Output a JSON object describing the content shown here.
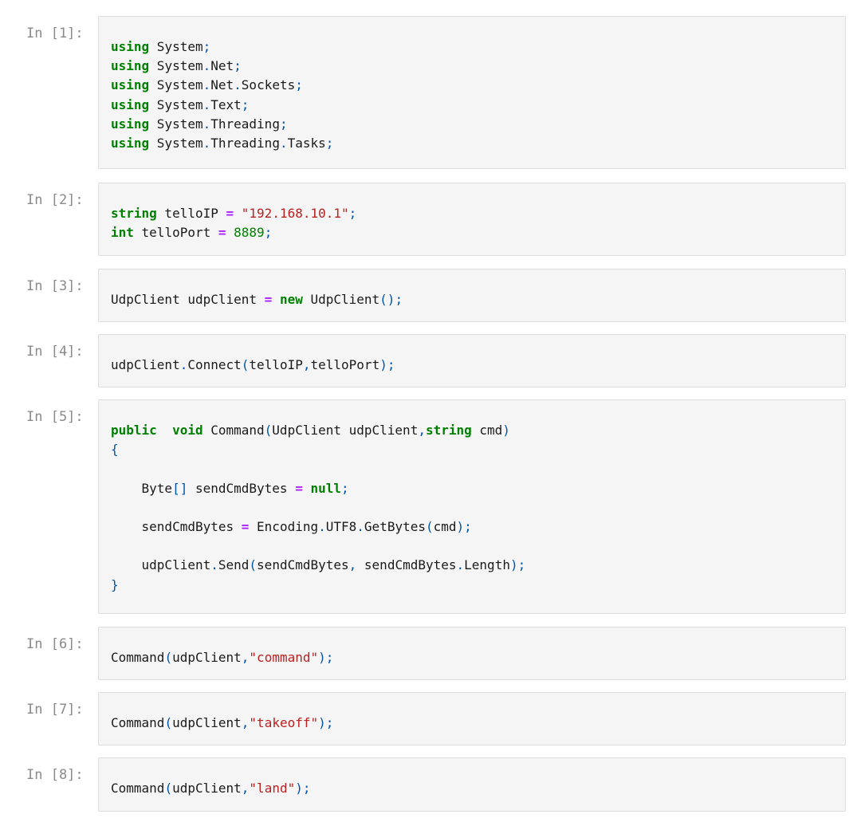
{
  "cells": [
    {
      "prompt": "In [1]:",
      "lines": [
        [
          [
            "kw",
            "using"
          ],
          [
            "t",
            " System"
          ],
          [
            "p",
            ";"
          ]
        ],
        [
          [
            "kw",
            "using"
          ],
          [
            "t",
            " System"
          ],
          [
            "p",
            "."
          ],
          [
            "t",
            "Net"
          ],
          [
            "p",
            ";"
          ]
        ],
        [
          [
            "kw",
            "using"
          ],
          [
            "t",
            " System"
          ],
          [
            "p",
            "."
          ],
          [
            "t",
            "Net"
          ],
          [
            "p",
            "."
          ],
          [
            "t",
            "Sockets"
          ],
          [
            "p",
            ";"
          ]
        ],
        [
          [
            "kw",
            "using"
          ],
          [
            "t",
            " System"
          ],
          [
            "p",
            "."
          ],
          [
            "t",
            "Text"
          ],
          [
            "p",
            ";"
          ]
        ],
        [
          [
            "kw",
            "using"
          ],
          [
            "t",
            " System"
          ],
          [
            "p",
            "."
          ],
          [
            "t",
            "Threading"
          ],
          [
            "p",
            ";"
          ]
        ],
        [
          [
            "kw",
            "using"
          ],
          [
            "t",
            " System"
          ],
          [
            "p",
            "."
          ],
          [
            "t",
            "Threading"
          ],
          [
            "p",
            "."
          ],
          [
            "t",
            "Tasks"
          ],
          [
            "p",
            ";"
          ]
        ]
      ]
    },
    {
      "prompt": "In [2]:",
      "lines": [
        [
          [
            "kw",
            "string"
          ],
          [
            "t",
            " telloIP "
          ],
          [
            "op",
            "="
          ],
          [
            "t",
            " "
          ],
          [
            "str",
            "\"192.168.10.1\""
          ],
          [
            "p",
            ";"
          ]
        ],
        [
          [
            "kw",
            "int"
          ],
          [
            "t",
            " telloPort "
          ],
          [
            "op",
            "="
          ],
          [
            "t",
            " "
          ],
          [
            "num",
            "8889"
          ],
          [
            "p",
            ";"
          ]
        ]
      ]
    },
    {
      "prompt": "In [3]:",
      "lines": [
        [
          [
            "t",
            "UdpClient udpClient "
          ],
          [
            "op",
            "="
          ],
          [
            "t",
            " "
          ],
          [
            "kw",
            "new"
          ],
          [
            "t",
            " UdpClient"
          ],
          [
            "p",
            "();"
          ]
        ]
      ]
    },
    {
      "prompt": "In [4]:",
      "lines": [
        [
          [
            "t",
            "udpClient"
          ],
          [
            "p",
            "."
          ],
          [
            "t",
            "Connect"
          ],
          [
            "p",
            "("
          ],
          [
            "t",
            "telloIP"
          ],
          [
            "p",
            ","
          ],
          [
            "t",
            "telloPort"
          ],
          [
            "p",
            ");"
          ]
        ]
      ]
    },
    {
      "prompt": "In [5]:",
      "lines": [
        [
          [
            "kw",
            "public"
          ],
          [
            "t",
            "  "
          ],
          [
            "kw",
            "void"
          ],
          [
            "t",
            " Command"
          ],
          [
            "p",
            "("
          ],
          [
            "t",
            "UdpClient udpClient"
          ],
          [
            "p",
            ","
          ],
          [
            "kw",
            "string"
          ],
          [
            "t",
            " cmd"
          ],
          [
            "p",
            ")"
          ]
        ],
        [
          [
            "p",
            "{"
          ]
        ],
        [],
        [
          [
            "t",
            "    Byte"
          ],
          [
            "p",
            "[]"
          ],
          [
            "t",
            " sendCmdBytes "
          ],
          [
            "op",
            "="
          ],
          [
            "t",
            " "
          ],
          [
            "kw",
            "null"
          ],
          [
            "p",
            ";"
          ]
        ],
        [],
        [
          [
            "t",
            "    sendCmdBytes "
          ],
          [
            "op",
            "="
          ],
          [
            "t",
            " Encoding"
          ],
          [
            "p",
            "."
          ],
          [
            "t",
            "UTF8"
          ],
          [
            "p",
            "."
          ],
          [
            "t",
            "GetBytes"
          ],
          [
            "p",
            "("
          ],
          [
            "t",
            "cmd"
          ],
          [
            "p",
            ");"
          ]
        ],
        [],
        [
          [
            "t",
            "    udpClient"
          ],
          [
            "p",
            "."
          ],
          [
            "t",
            "Send"
          ],
          [
            "p",
            "("
          ],
          [
            "t",
            "sendCmdBytes"
          ],
          [
            "p",
            ","
          ],
          [
            "t",
            " sendCmdBytes"
          ],
          [
            "p",
            "."
          ],
          [
            "t",
            "Length"
          ],
          [
            "p",
            ");"
          ]
        ],
        [
          [
            "p",
            "}"
          ]
        ]
      ]
    },
    {
      "prompt": "In [6]:",
      "lines": [
        [
          [
            "t",
            "Command"
          ],
          [
            "p",
            "("
          ],
          [
            "t",
            "udpClient"
          ],
          [
            "p",
            ","
          ],
          [
            "str",
            "\"command\""
          ],
          [
            "p",
            ");"
          ]
        ]
      ]
    },
    {
      "prompt": "In [7]:",
      "lines": [
        [
          [
            "t",
            "Command"
          ],
          [
            "p",
            "("
          ],
          [
            "t",
            "udpClient"
          ],
          [
            "p",
            ","
          ],
          [
            "str",
            "\"takeoff\""
          ],
          [
            "p",
            ");"
          ]
        ]
      ]
    },
    {
      "prompt": "In [8]:",
      "lines": [
        [
          [
            "t",
            "Command"
          ],
          [
            "p",
            "("
          ],
          [
            "t",
            "udpClient"
          ],
          [
            "p",
            ","
          ],
          [
            "str",
            "\"land\""
          ],
          [
            "p",
            ");"
          ]
        ]
      ]
    }
  ]
}
